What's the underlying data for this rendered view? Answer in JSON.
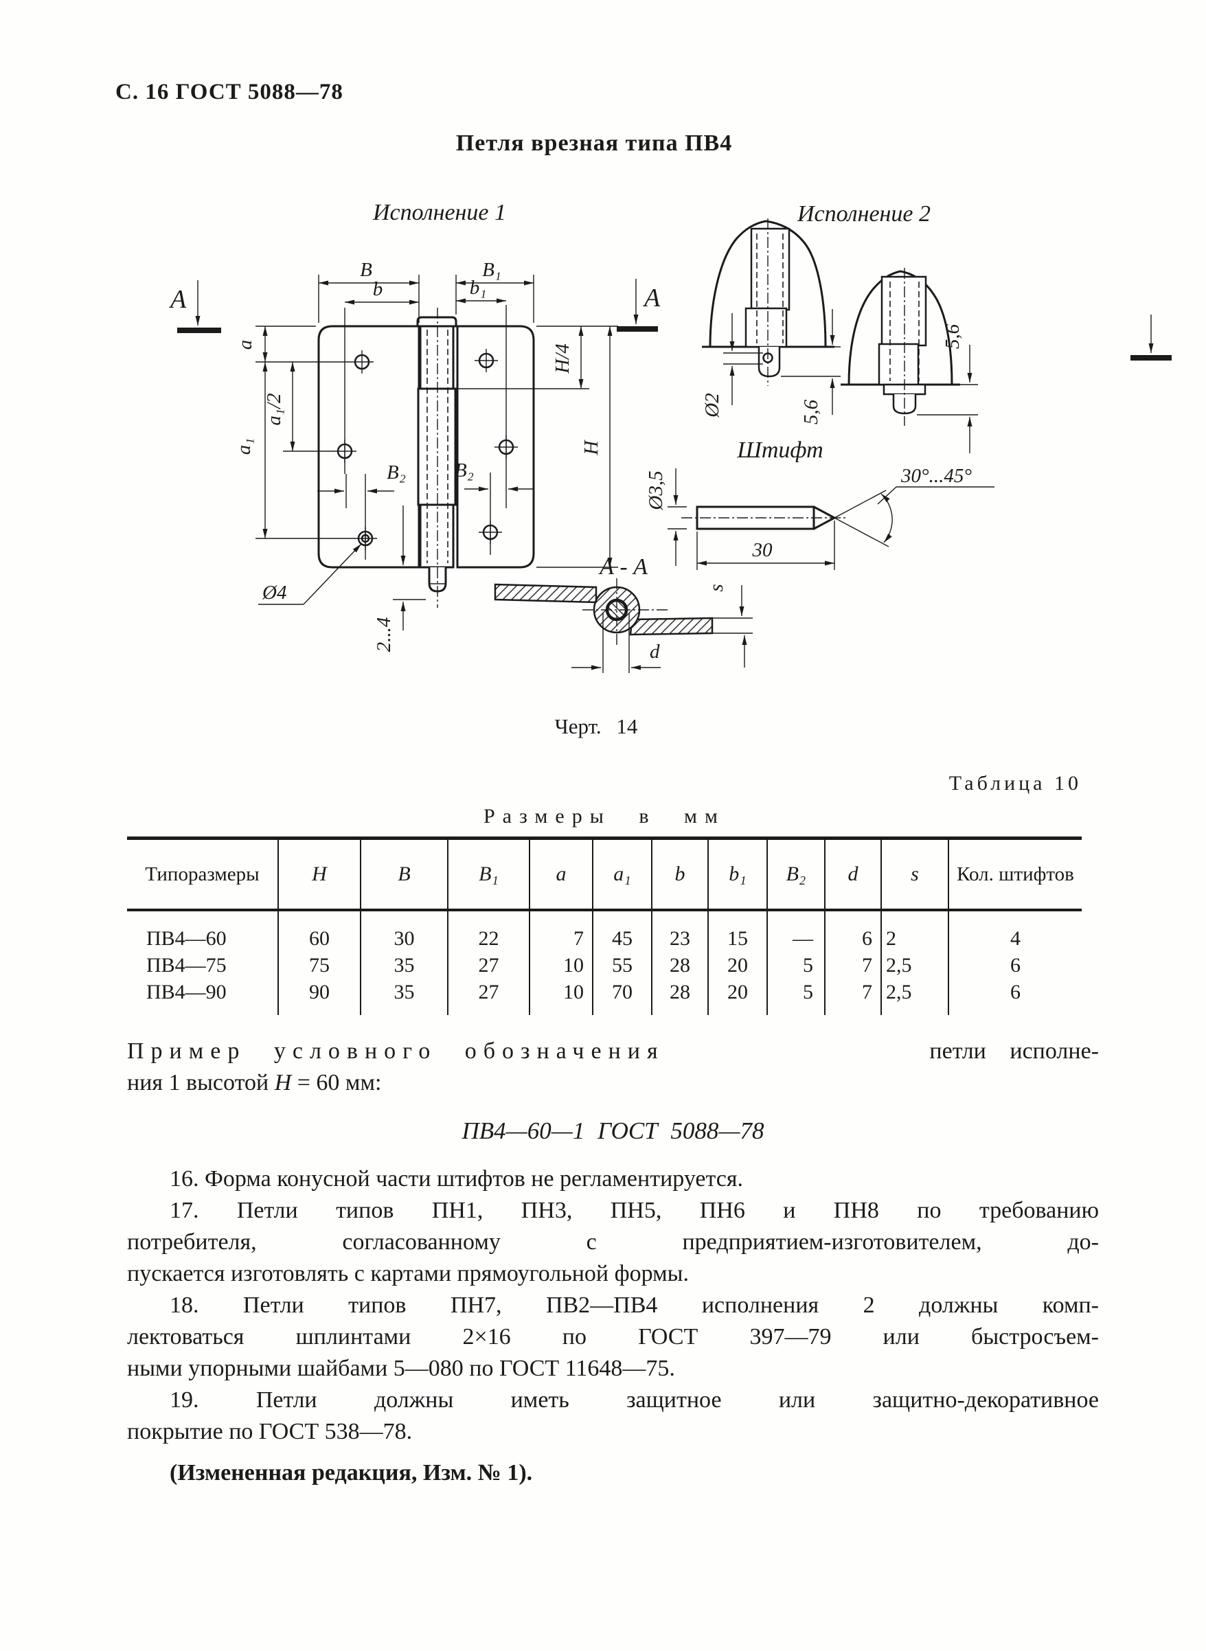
{
  "ink": "#1b1b1b",
  "paper": "#fefefc",
  "page": {
    "header": "С. 16 ГОСТ 5088—78",
    "title": "Петля врезная типа ПВ4",
    "figure_caption": "Черт. 14"
  },
  "drawing": {
    "labels": {
      "variant1": "Исполнение 1",
      "variant2": "Исполнение 2",
      "pin_title": "Штифт",
      "section": "А - А",
      "cut_letter": "А"
    },
    "dims": {
      "B": "В",
      "B1": "В₁",
      "b": "b",
      "b1": "b₁",
      "a": "a",
      "a1": "a₁",
      "a1_2": "a₁/2",
      "B2": "В₂",
      "H4": "Н/4",
      "H": "Н",
      "dia4": "Ø4",
      "range24": "2...4",
      "dia2": "Ø2",
      "five6": "5,6",
      "dia35": "Ø3,5",
      "len30": "30",
      "angle": "30°...45°",
      "d": "d",
      "s": "s"
    }
  },
  "table": {
    "caption": "Таблица 10",
    "units": "Размеры в мм",
    "columns": [
      {
        "label": "Типоразмеры"
      },
      {
        "label": "Н"
      },
      {
        "label": "В"
      },
      {
        "label": "В₁"
      },
      {
        "label": "a"
      },
      {
        "label": "a₁"
      },
      {
        "label": "b"
      },
      {
        "label": "b₁"
      },
      {
        "label": "В₂"
      },
      {
        "label": "d"
      },
      {
        "label": "s"
      },
      {
        "label": "Кол. штифтов"
      }
    ],
    "rows": [
      [
        "ПВ4—60",
        "60",
        "30",
        "22",
        "7",
        "45",
        "23",
        "15",
        "—",
        "6",
        "2",
        "4"
      ],
      [
        "ПВ4—75",
        "75",
        "35",
        "27",
        "10",
        "55",
        "28",
        "20",
        "5",
        "7",
        "2,5",
        "6"
      ],
      [
        "ПВ4—90",
        "90",
        "35",
        "27",
        "10",
        "70",
        "28",
        "20",
        "5",
        "7",
        "2,5",
        "6"
      ]
    ]
  },
  "text": {
    "example_line1_spaced": "Пример условного обозначения",
    "example_line1_tail": "петли исполне-",
    "example_line2_pre": "ния 1 высотой ",
    "example_line2_var": "Н",
    "example_line2_post": " = 60 мм:",
    "designation": "ПВ4—60—1 ГОСТ 5088—78",
    "item16": "16. Форма конусной части штифтов не регламентируется.",
    "item17": [
      "17. Петли типов ПН1, ПН3, ПН5, ПН6 и ПН8 по требованию",
      "потребителя, согласованному с предприятием-изготовителем, до-",
      "пускается изготовлять с картами прямоугольной формы."
    ],
    "item18": [
      "18. Петли типов ПН7, ПВ2—ПВ4 исполнения 2 должны комп-",
      "лектоваться шплинтами 2×16 по ГОСТ 397—79 или быстросъем-",
      "ными упорными шайбами 5—080 по ГОСТ 11648—75."
    ],
    "item19": [
      "19. Петли должны иметь защитное или защитно-декоративное",
      "покрытие по ГОСТ 538—78."
    ],
    "final": "(Измененная редакция, Изм. № 1)."
  }
}
